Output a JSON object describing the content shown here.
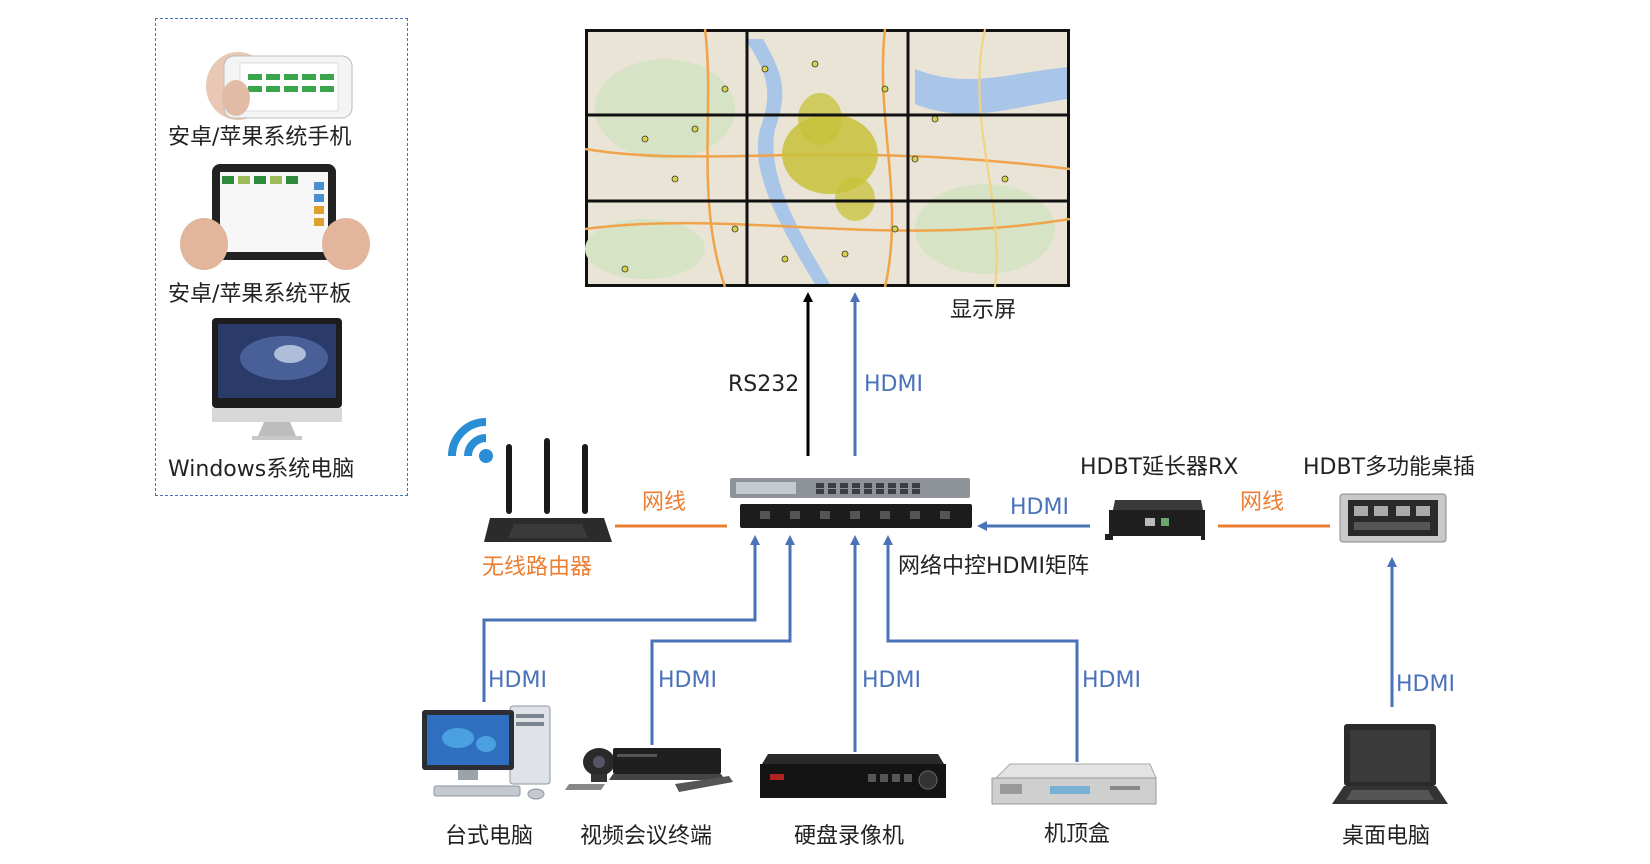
{
  "control_devices": {
    "phone_label": "安卓/苹果系统手机",
    "tablet_label": "安卓/苹果系统平板",
    "pc_label": "Windows系统电脑"
  },
  "display": {
    "label": "显示屏"
  },
  "matrix": {
    "label": "网络中控HDMI矩阵"
  },
  "router": {
    "label": "无线路由器",
    "link_label": "网线"
  },
  "extender_rx": {
    "label": "HDBT延长器RX",
    "link_label": "HDMI"
  },
  "floor_box": {
    "label": "HDBT多功能桌插",
    "link_label": "网线"
  },
  "uplinks": {
    "rs232_label": "RS232",
    "hdmi_label": "HDMI"
  },
  "sources": [
    {
      "label": "台式电脑",
      "link_label": "HDMI"
    },
    {
      "label": "视频会议终端",
      "link_label": "HDMI"
    },
    {
      "label": "硬盘录像机",
      "link_label": "HDMI"
    },
    {
      "label": "机顶盒",
      "link_label": "HDMI"
    },
    {
      "label": "桌面电脑",
      "link_label": "HDMI"
    }
  ],
  "colors": {
    "hdmi": "#4a72b8",
    "network": "#ed7d31",
    "rs232": "#000000"
  }
}
